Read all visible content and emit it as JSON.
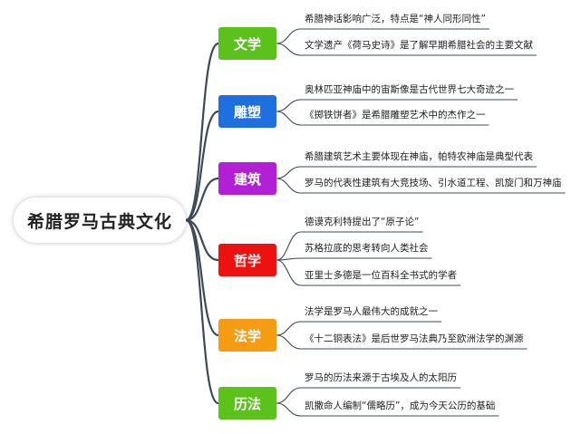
{
  "root": {
    "label": "希腊罗马古典文化"
  },
  "branches": [
    {
      "label": "文学",
      "color": "#5cc21b",
      "leaves": [
        "希腊神话影响广泛，特点是“神人同形同性”",
        "文学遗产《荷马史诗》是了解早期希腊社会的主要文献"
      ]
    },
    {
      "label": "雕塑",
      "color": "#1f6fe0",
      "leaves": [
        "奥林匹亚神庙中的宙斯像是古代世界七大奇迹之一",
        "《掷铁饼者》是希腊雕塑艺术中的杰作之一"
      ]
    },
    {
      "label": "建筑",
      "color": "#b21fd6",
      "leaves": [
        "希腊建筑艺术主要体现在神庙，帕特农神庙是典型代表",
        "罗马的代表性建筑有大竞技场、引水道工程、凯旋门和万神庙"
      ]
    },
    {
      "label": "哲学",
      "color": "#ee1111",
      "leaves": [
        "德谟克利特提出了“原子论”",
        "苏格拉底的思考转向人类社会",
        "亚里士多德是一位百科全书式的学者"
      ]
    },
    {
      "label": "法学",
      "color": "#f59c12",
      "leaves": [
        "法学是罗马人最伟大的成就之一",
        "《十二铜表法》是后世罗马法典乃至欧洲法学的渊源"
      ]
    },
    {
      "label": "历法",
      "color": "#5cc21b",
      "leaves": [
        "罗马的历法来源于古埃及人的太阳历",
        "凯撒命人编制“儒略历”，成为今天公历的基础"
      ]
    }
  ]
}
